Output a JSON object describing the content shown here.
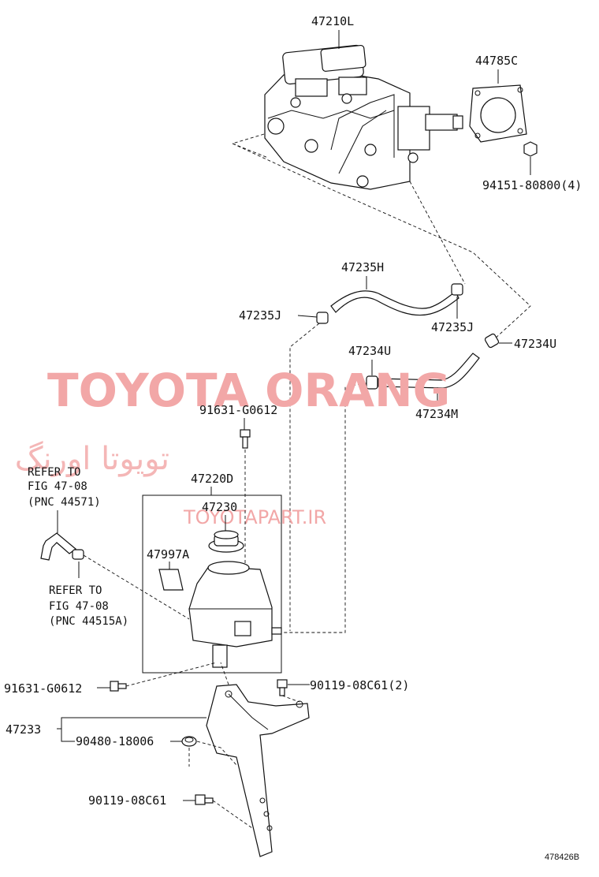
{
  "labels": {
    "p47210L": "47210L",
    "p44785C": "44785C",
    "p94151": "94151-80800(4)",
    "p47235H": "47235H",
    "p47235J_left": "47235J",
    "p47235J_right": "47235J",
    "p47234U_left": "47234U",
    "p47234U_right": "47234U",
    "p47234M": "47234M",
    "p91631_top": "91631-G0612",
    "p47220D": "47220D",
    "p47230": "47230",
    "p47997A": "47997A",
    "p91631_bottom": "91631-G0612",
    "p90119_2": "90119-08C61(2)",
    "p47233": "47233",
    "p90480": "90480-18006",
    "p90119_bottom": "90119-08C61"
  },
  "refer_notes": {
    "top": [
      "REFER TO",
      "FIG 47-08",
      "(PNC 44571)"
    ],
    "bottom": [
      "REFER TO",
      "FIG 47-08",
      "(PNC 44515A)"
    ]
  },
  "watermark": {
    "brand": "TOYOTA ORANG",
    "farsi": "تویوتا اورنگ",
    "site": "TOYOTAPART.IR",
    "color": "#f2a7a7"
  },
  "diagram_code": "478426B"
}
